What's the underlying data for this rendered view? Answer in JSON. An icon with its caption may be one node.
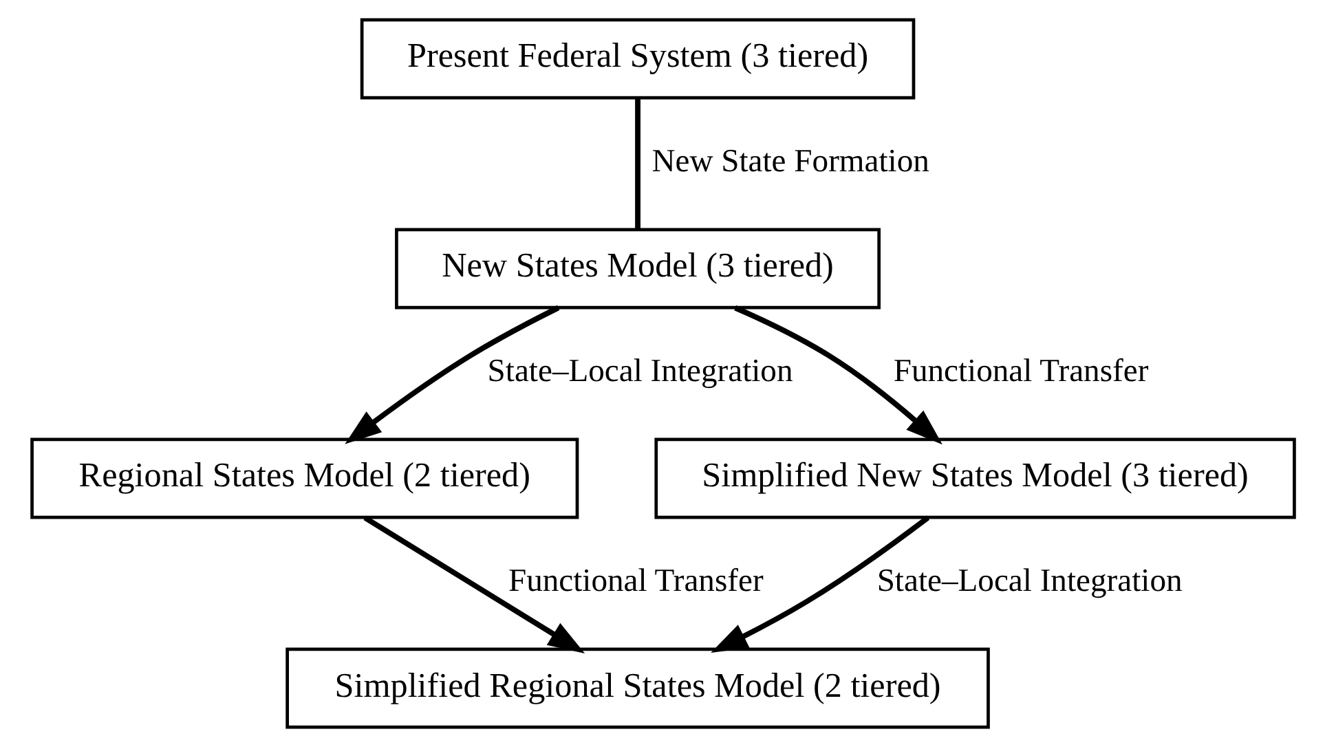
{
  "diagram": {
    "nodes": [
      {
        "text": [
          "Present Federal System (3 tiered)"
        ]
      },
      {
        "text": [
          "New States Model (3 tiered)"
        ]
      },
      {
        "text": [
          "Regional States Model (2 tiered)"
        ]
      },
      {
        "text": [
          "Simplified New States Model (3 tiered)"
        ]
      },
      {
        "text": [
          "Simplified Regional States Model (2 tiered)"
        ]
      }
    ],
    "edges": [
      {
        "from": 0,
        "to": 1,
        "arrow": "none",
        "label": "New State Formation"
      },
      {
        "from": 1,
        "to": 2,
        "arrow": "to",
        "label": "State–Local Integration"
      },
      {
        "from": 1,
        "to": 3,
        "arrow": "to",
        "label": "Functional Transfer"
      },
      {
        "from": 2,
        "to": 4,
        "arrow": "to",
        "label": "Functional Transfer"
      },
      {
        "from": 3,
        "to": 4,
        "arrow": "to",
        "label": "State–Local Integration"
      }
    ]
  }
}
